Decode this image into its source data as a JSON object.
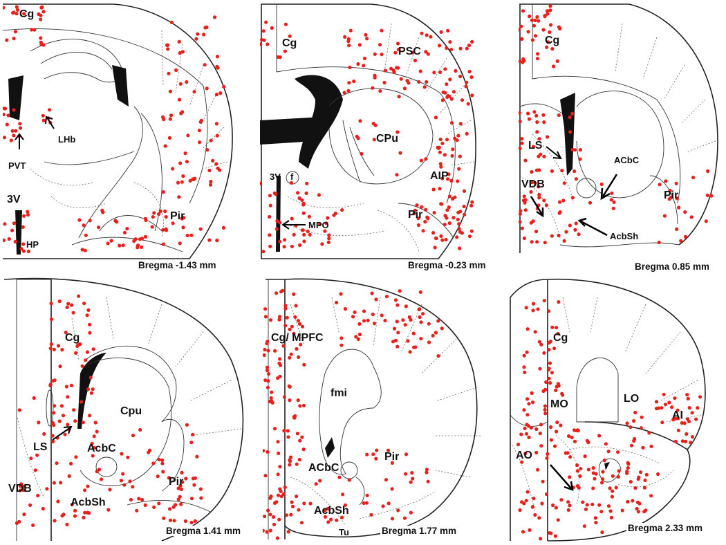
{
  "panels": [
    {
      "bregma": "Bregma  -1.43 mm",
      "labels": {
        "cg": "Cg",
        "pvt": "PVT",
        "lhb": "LHb",
        "v3": "3V",
        "hp": "HP",
        "pir": "Pir"
      }
    },
    {
      "bregma": "Bregma  -0.23 mm",
      "labels": {
        "cg": "Cg",
        "psc": "PSC",
        "cpu": "CPu",
        "aip": "AIP",
        "v3": "3V",
        "f": "f",
        "mpo": "MPO",
        "pir": "Pir"
      }
    },
    {
      "bregma": "Bregma  0.85 mm",
      "labels": {
        "cg": "Cg",
        "ls": "LS",
        "acbc": "ACbC",
        "vdb": "VDB",
        "pir": "Pir",
        "acbsh": "AcbSh"
      }
    },
    {
      "bregma": "Bregma  1.41 mm",
      "labels": {
        "cg": "Cg",
        "cpu": "Cpu",
        "ls": "LS",
        "acbc": "AcbC",
        "vdb": "VDB",
        "pir": "Pir",
        "acbsh": "AcbSh"
      }
    },
    {
      "bregma": "Bregma  1.77 mm",
      "labels": {
        "cg": "Cg/ MPFC",
        "fmi": "fmi",
        "acbc": "ACbC",
        "pir": "Pir",
        "acbsh": "AcbSh",
        "tu": "Tu"
      }
    },
    {
      "bregma": "Bregma  2.33 mm",
      "labels": {
        "cg": "Cg",
        "lo": "LO",
        "mo": "MO",
        "ai": "AI",
        "ao": "AO"
      }
    }
  ],
  "colors": {
    "dot": "#e8201c",
    "outline": "#222222"
  }
}
